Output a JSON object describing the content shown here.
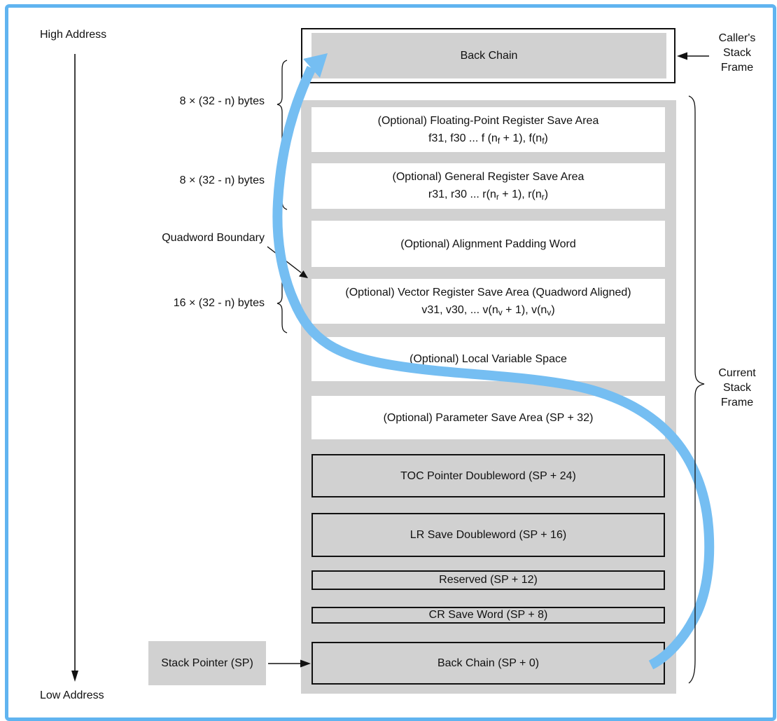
{
  "colors": {
    "page_border_blue": "#60B4F0",
    "flow_arrow_blue": "#75BEF2",
    "box_gray": "#D1D1D1",
    "line_black": "#111111"
  },
  "labels": {
    "high_address": "High Address",
    "low_address": "Low Address",
    "stack_pointer": "Stack Pointer (SP)",
    "quadword_boundary": "Quadword Boundary",
    "size_fp": "8 × (32 - n) bytes",
    "size_gr": "8 × (32 - n) bytes",
    "size_vec": "16 × (32 - n) bytes",
    "callers_frame_lines": [
      "Caller's",
      "Stack",
      "Frame"
    ],
    "current_frame_lines": [
      "Current",
      "Stack",
      "Frame"
    ]
  },
  "caller_box": {
    "title": "Back Chain"
  },
  "stack_rows": [
    {
      "name": "fp-save-area",
      "variant": "white",
      "lines": [
        [
          {
            "t": "(Optional) Floating-Point Register Save Area"
          }
        ],
        [
          {
            "t": "f31, f30 ... f (n"
          },
          {
            "t": "f",
            "sub": true
          },
          {
            "t": " + 1), f(n"
          },
          {
            "t": "f",
            "sub": true
          },
          {
            "t": ")"
          }
        ]
      ]
    },
    {
      "name": "gr-save-area",
      "variant": "white",
      "lines": [
        [
          {
            "t": "(Optional) General Register Save Area"
          }
        ],
        [
          {
            "t": "r31, r30 ... r(n"
          },
          {
            "t": "r",
            "sub": true
          },
          {
            "t": " + 1), r(n"
          },
          {
            "t": "r",
            "sub": true
          },
          {
            "t": ")"
          }
        ]
      ]
    },
    {
      "name": "alignment-padding-word",
      "variant": "white",
      "lines": [
        [
          {
            "t": "(Optional) Alignment Padding Word"
          }
        ]
      ]
    },
    {
      "name": "vector-save-area",
      "variant": "white",
      "lines": [
        [
          {
            "t": "(Optional) Vector Register Save Area (Quadword Aligned)"
          }
        ],
        [
          {
            "t": "v31, v30, ... v(n"
          },
          {
            "t": "v",
            "sub": true
          },
          {
            "t": " + 1), v(n"
          },
          {
            "t": "v",
            "sub": true
          },
          {
            "t": ")"
          }
        ]
      ]
    },
    {
      "name": "local-variable-space",
      "variant": "white",
      "lines": [
        [
          {
            "t": "(Optional) Local Variable Space"
          }
        ]
      ]
    },
    {
      "name": "parameter-save-area",
      "variant": "white",
      "lines": [
        [
          {
            "t": "(Optional) Parameter Save Area (SP + 32)"
          }
        ]
      ]
    },
    {
      "name": "toc-pointer-doubleword",
      "variant": "bordered",
      "lines": [
        [
          {
            "t": "TOC Pointer Doubleword (SP + 24)"
          }
        ]
      ]
    },
    {
      "name": "lr-save-doubleword",
      "variant": "bordered",
      "lines": [
        [
          {
            "t": "LR Save Doubleword (SP + 16)"
          }
        ]
      ]
    },
    {
      "name": "reserved",
      "variant": "bordered",
      "lines": [
        [
          {
            "t": "Reserved (SP + 12)"
          }
        ]
      ]
    },
    {
      "name": "cr-save-word",
      "variant": "bordered",
      "lines": [
        [
          {
            "t": "CR Save Word (SP + 8)"
          }
        ]
      ]
    },
    {
      "name": "back-chain-sp0",
      "variant": "bordered",
      "lines": [
        [
          {
            "t": "Back Chain (SP + 0)"
          }
        ]
      ]
    }
  ]
}
